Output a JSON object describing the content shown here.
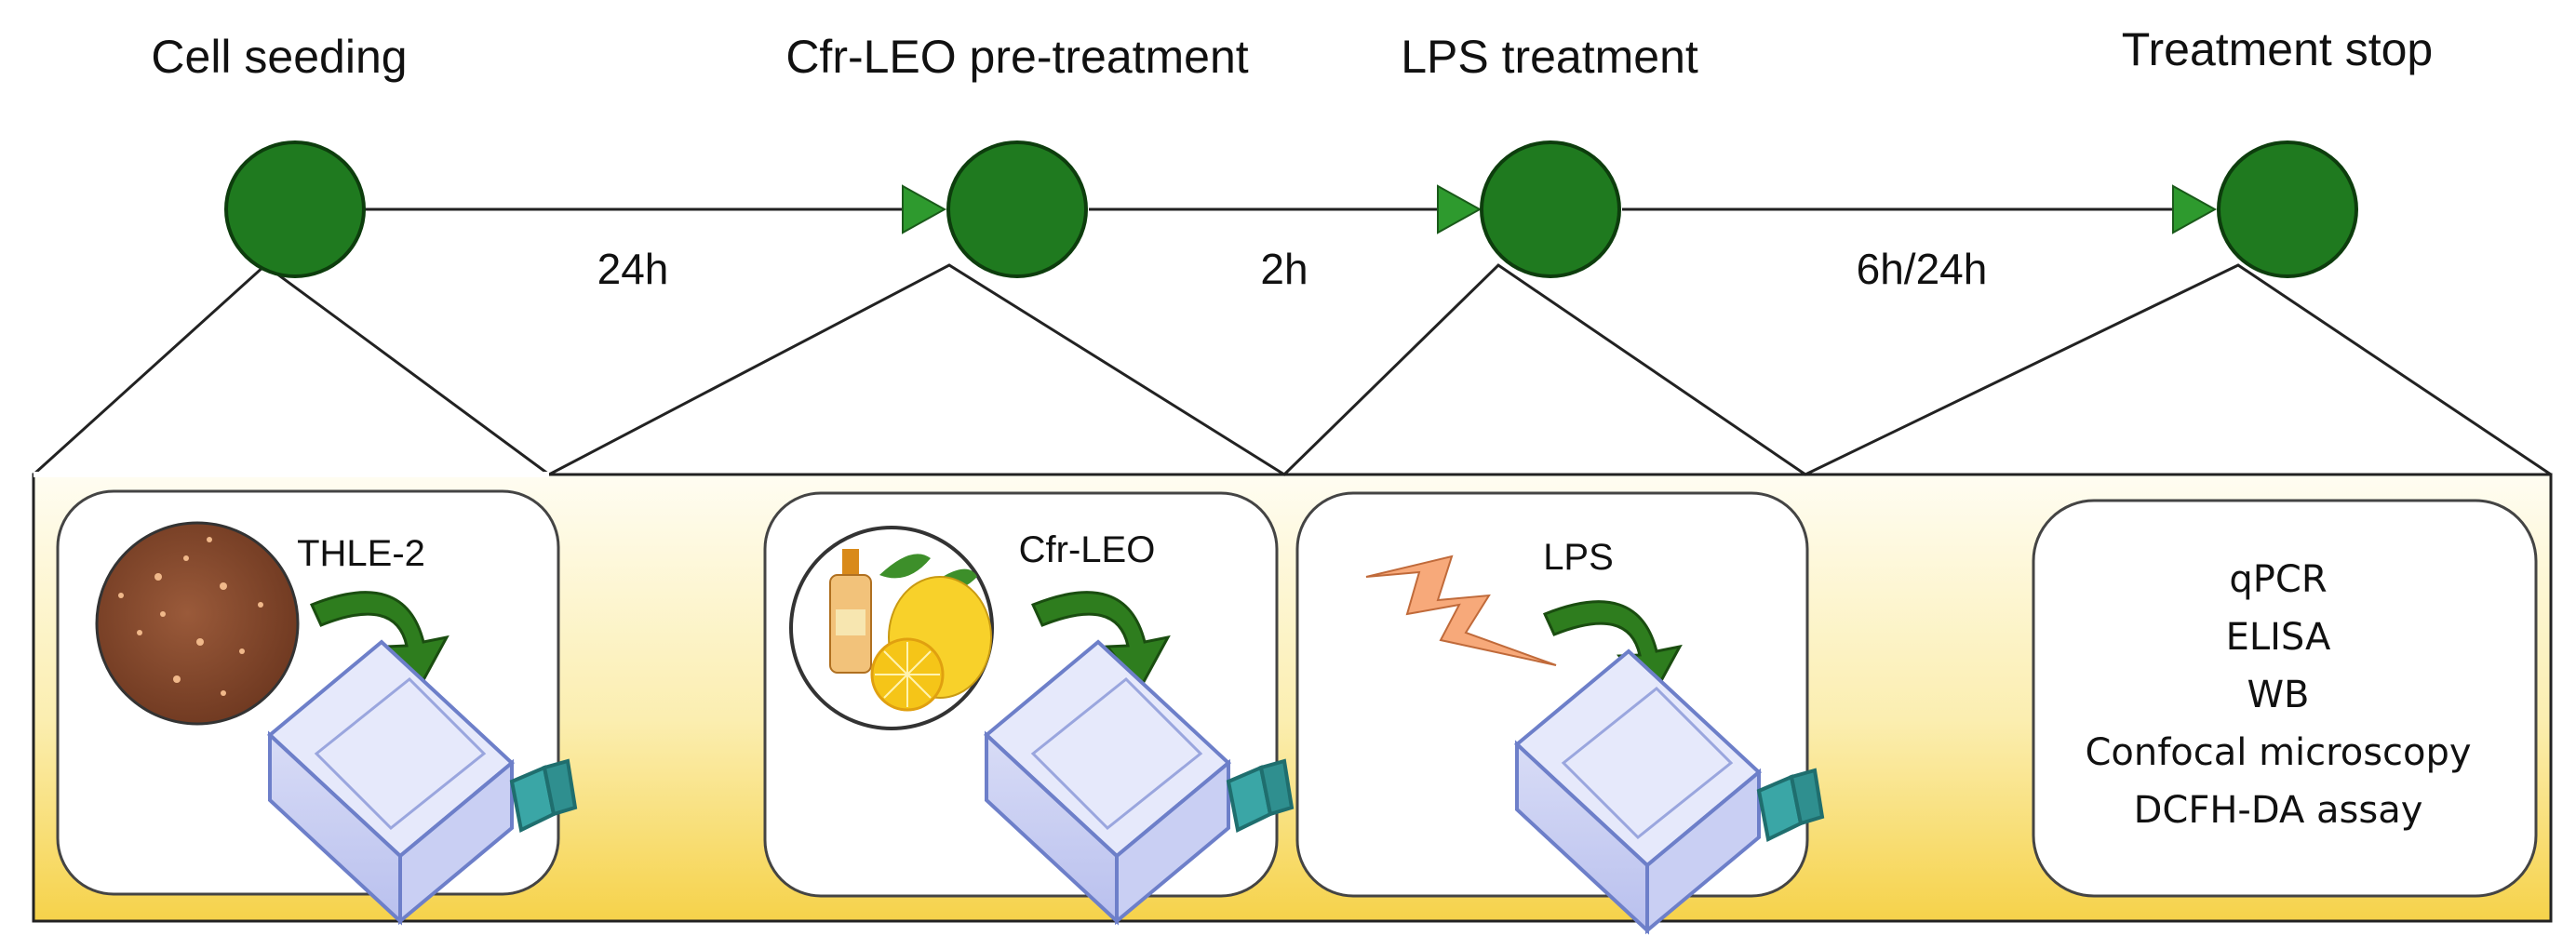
{
  "steps": [
    {
      "title": "Cell seeding"
    },
    {
      "title": "Cfr-LEO pre-treatment"
    },
    {
      "title": "LPS treatment"
    },
    {
      "title": "Treatment stop"
    }
  ],
  "intervals": [
    "24h",
    "2h",
    "6h/24h"
  ],
  "boxes": {
    "cells": {
      "label": "THLE-2"
    },
    "oil": {
      "label": "Cfr-LEO"
    },
    "lps": {
      "label": "LPS"
    },
    "analyses": [
      "qPCR",
      "ELISA",
      "WB",
      "Confocal microscopy",
      "DCFH-DA assay"
    ]
  },
  "colors": {
    "node_fill": "#1f7a1f",
    "node_stroke": "#0d3d0d",
    "panel_top": "#fffdf2",
    "panel_bottom": "#f6d24a",
    "arrow_green": "#2e7d1e",
    "flask_fill": "#c7cdf2",
    "flask_cap": "#2f9a9a",
    "lightning": "#f7a97a",
    "petri": "#8a4a2c",
    "lemon": "#f5c518"
  },
  "icons": [
    "petri-dish-icon",
    "flask-icon",
    "curved-arrow-icon",
    "oil-bottle-icon",
    "lemon-icon",
    "lightning-icon"
  ]
}
